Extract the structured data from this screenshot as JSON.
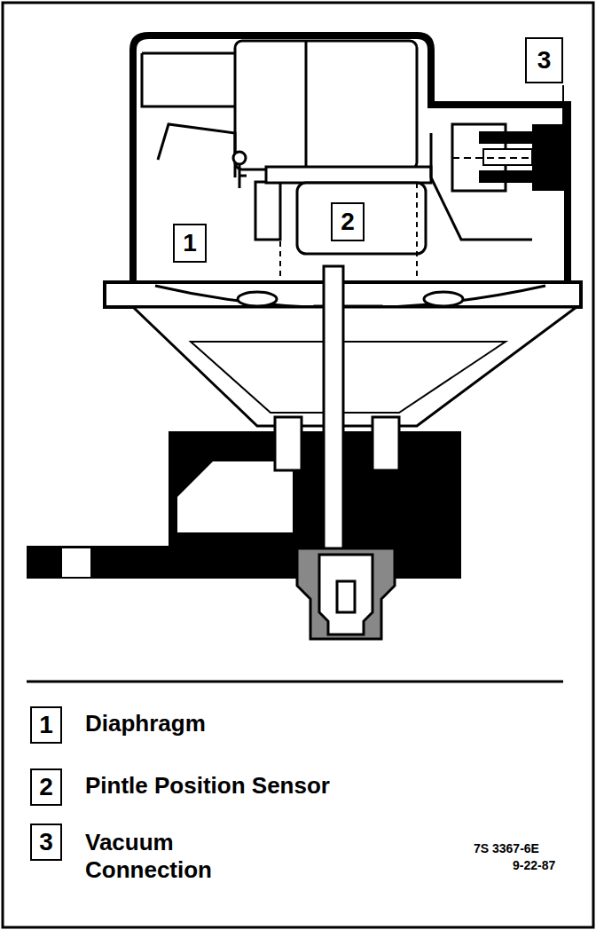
{
  "diagram": {
    "nodes": [
      {
        "text": [
          "3"
        ]
      },
      {
        "text": [
          "2"
        ]
      },
      {
        "text": [
          "1"
        ]
      },
      {
        "text": [
          "1"
        ]
      },
      {
        "text": [
          "2"
        ]
      },
      {
        "text": [
          "3"
        ]
      }
    ],
    "labels": [
      "Diaphragm",
      "Pintle Position Sensor",
      "Vacuum Connection",
      "7S 3367-6E",
      "9-22-87"
    ]
  }
}
